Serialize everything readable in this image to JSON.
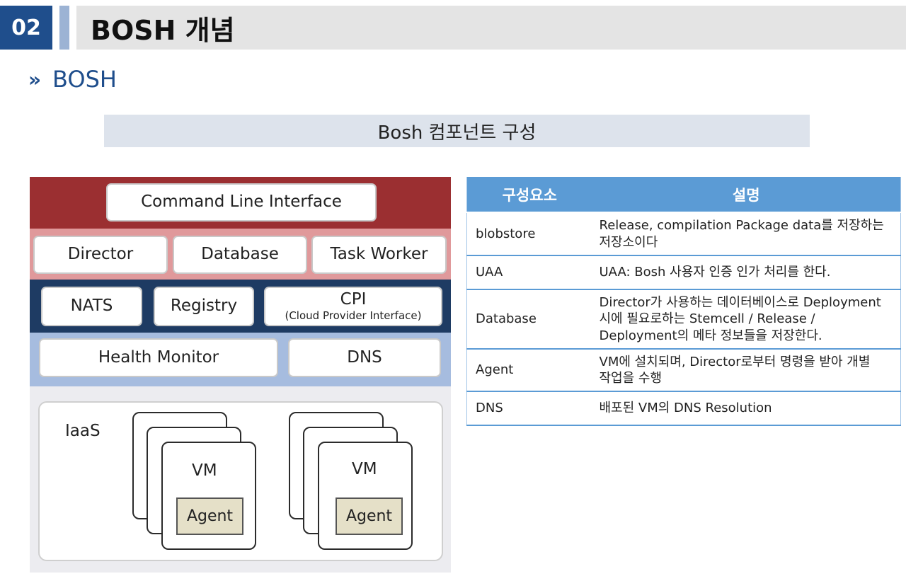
{
  "header": {
    "number": "02",
    "title": "BOSH 개념"
  },
  "subtitle": {
    "chevron": "»",
    "text": "BOSH"
  },
  "section_banner": "Bosh 컴포넌트 구성",
  "diagram": {
    "cli": "Command Line Interface",
    "director": "Director",
    "database": "Database",
    "task_worker": "Task Worker",
    "nats": "NATS",
    "registry": "Registry",
    "cpi_title": "CPI",
    "cpi_sub": "(Cloud Provider Interface)",
    "health_monitor": "Health Monitor",
    "dns": "DNS",
    "iaas": "IaaS",
    "vm_1": "VM",
    "agent_1": "Agent",
    "vm_2": "VM",
    "agent_2": "Agent",
    "colors": {
      "layer_cli": "#9b2f31",
      "layer_director": "#e0999b",
      "layer_nats": "#1e3b63",
      "layer_health": "#a6bcdf",
      "layer_iaas": "#ececf0",
      "agent_fill": "#e5e0c8"
    }
  },
  "table": {
    "headers": [
      "구성요소",
      "설명"
    ],
    "rows": [
      {
        "name": "blobstore",
        "desc_lines": [
          "Release, compilation Package data를 저장하는",
          "저장소이다"
        ]
      },
      {
        "name": "UAA",
        "desc_lines": [
          "UAA: Bosh 사용자 인증 인가 처리를 한다."
        ]
      },
      {
        "name": "Database",
        "desc_lines": [
          "Director가 사용하는  데이터베이스로 Deployment",
          "시에 필요로하는 Stemcell / Release /",
          "Deployment의 메타 정보들을 저장한다."
        ]
      },
      {
        "name": "Agent",
        "desc_lines": [
          "VM에 설치되며, Director로부터 명령을 받아 개별",
          "작업을 수행"
        ]
      },
      {
        "name": "DNS",
        "desc_lines": [
          "배포된 VM의 DNS Resolution"
        ]
      }
    ],
    "header_color": "#5b9bd5"
  }
}
